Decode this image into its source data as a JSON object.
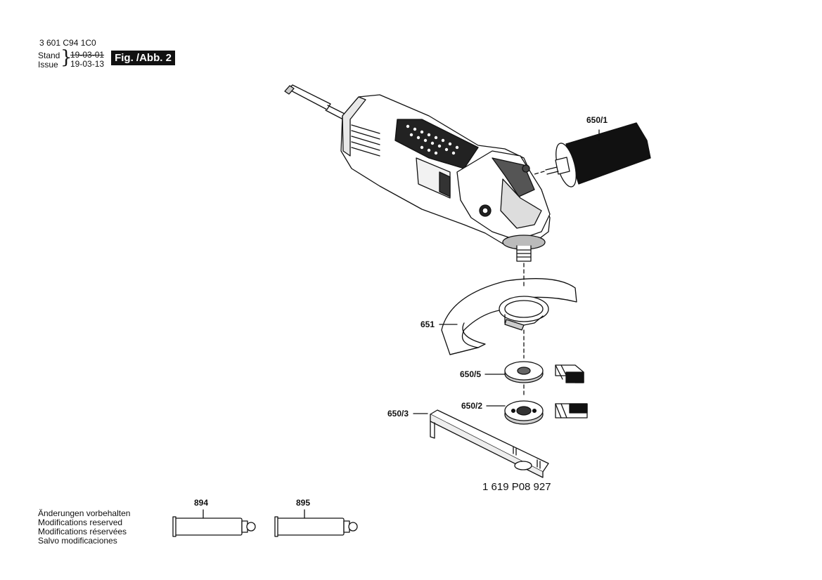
{
  "header": {
    "doc_number": "3 601 C94 1C0",
    "stand_label": "Stand",
    "issue_label": "Issue",
    "date_superseded": "19-03-01",
    "date_current": "19-03-13",
    "figure_badge": "Fig. /Abb. 2"
  },
  "callouts": {
    "p650_1": "650/1",
    "p651": "651",
    "p650_5": "650/5",
    "p650_2": "650/2",
    "p650_3": "650/3",
    "p894": "894",
    "p895": "895"
  },
  "part_number": "1 619 P08 927",
  "notes": [
    "Änderungen vorbehalten",
    "Modifications reserved",
    "Modifications réservées",
    "Salvo modificaciones"
  ]
}
